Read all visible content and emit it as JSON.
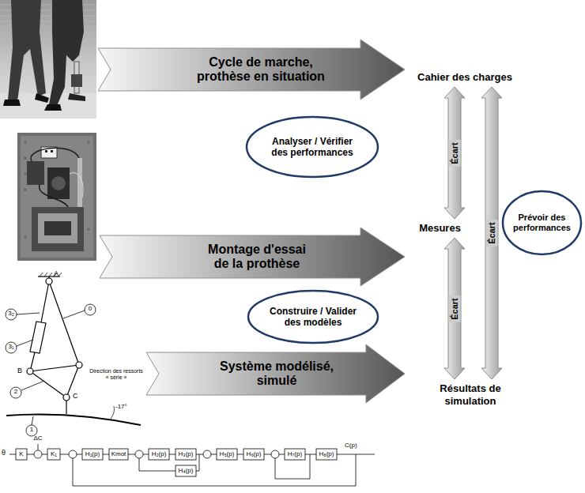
{
  "diagram": {
    "nodes": [
      {
        "text": [
          "Cycle de marche, prothèse en situation"
        ]
      },
      {
        "text": [
          "Cahier des charges"
        ]
      },
      {
        "text": [
          "Analyser / Vérifier des performances"
        ]
      },
      {
        "text": [
          "Prévoir des performances"
        ]
      },
      {
        "text": [
          "Montage d'essai de la prothèse"
        ]
      },
      {
        "text": [
          "Mesures"
        ]
      },
      {
        "text": [
          "Construire / Valider des modèles"
        ]
      },
      {
        "text": [
          "Système modélisé, simulé"
        ]
      },
      {
        "text": [
          "Résultats de simulation"
        ]
      }
    ],
    "edges": [
      {
        "from": 1,
        "to": 5,
        "arrow": "both",
        "label": "Écart"
      },
      {
        "from": 5,
        "to": 8,
        "arrow": "both",
        "label": "Écart"
      },
      {
        "from": 1,
        "to": 8,
        "arrow": "both",
        "label": "Écart"
      }
    ],
    "labels": [
      "A",
      "3₂",
      "0",
      "3₁",
      "B",
      "2",
      "Direction des ressorts « série »",
      "C",
      "-17°",
      "1",
      "θ",
      "ΔC",
      "K",
      "K₁",
      "H₁(p)",
      "Kmot",
      "H₂(p)",
      "H₃(p)",
      "H₅(p)",
      "H₆(p)",
      "H₇(p)",
      "H₈(p)",
      "C(p)",
      "H₄(p)"
    ]
  }
}
